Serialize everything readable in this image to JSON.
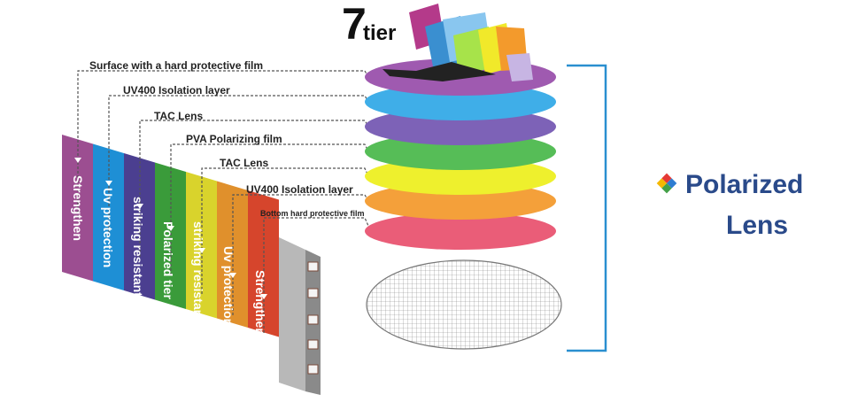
{
  "title": {
    "number": "7",
    "word": "tier"
  },
  "layers": [
    "Surface with a hard protective film",
    "UV400 Isolation layer",
    "TAC Lens",
    "PVA Polarizing film",
    "TAC Lens",
    "UV400 Isolation layer",
    "Bottom hard protective film"
  ],
  "strips": [
    {
      "label": "Strengthen",
      "color": "#9c4e91"
    },
    {
      "label": "Uv protection",
      "color": "#1e8fd5"
    },
    {
      "label": "striking resistant",
      "color": "#4b3f90"
    },
    {
      "label": "Polarized tier",
      "color": "#3a9b3a"
    },
    {
      "label": "striking resistant",
      "color": "#d9d32c"
    },
    {
      "label": "Uv protection",
      "color": "#e0902c"
    },
    {
      "label": "Strengthen",
      "color": "#d6452c"
    }
  ],
  "disc_colors": [
    "#9f5ab0",
    "#3faee8",
    "#7d62b7",
    "#56bd57",
    "#eef02d",
    "#f4a03a",
    "#ea5d78"
  ],
  "brand": {
    "line1": "Polarized",
    "line2": "Lens"
  }
}
